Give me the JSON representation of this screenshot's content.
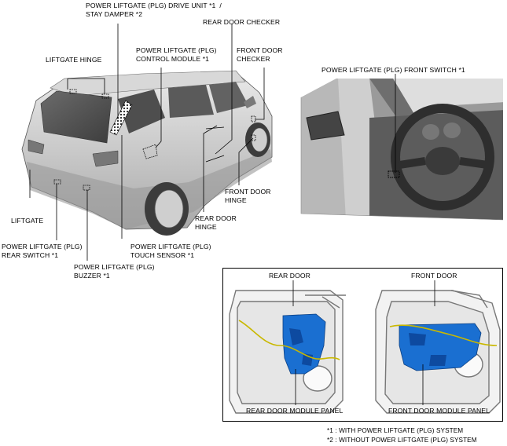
{
  "labels": {
    "plg_drive_unit": "POWER LIFTGATE (PLG) DRIVE UNIT *1  /\nSTAY DAMPER *2",
    "rear_door_checker": "REAR DOOR CHECKER",
    "liftgate_hinge": "LIFTGATE HINGE",
    "plg_control_module": "POWER LIFTGATE (PLG)\nCONTROL MODULE *1",
    "front_door_checker": "FRONT DOOR\nCHECKER",
    "plg_front_switch": "POWER LIFTGATE (PLG) FRONT SWITCH *1",
    "front_door_hinge": "FRONT DOOR\nHINGE",
    "rear_door_hinge": "REAR DOOR\nHINGE",
    "liftgate": "LIFTGATE",
    "plg_rear_switch": "POWER LIFTGATE (PLG)\nREAR SWITCH *1",
    "plg_touch_sensor": "POWER LIFTGATE (PLG)\nTOUCH SENSOR *1",
    "plg_buzzer": "POWER LIFTGATE (PLG)\nBUZZER *1",
    "rear_door": "REAR DOOR",
    "front_door": "FRONT DOOR",
    "rear_door_module_panel": "REAR DOOR MODULE PANEL",
    "front_door_module_panel": "FRONT DOOR MODULE PANEL"
  },
  "footnotes": {
    "note1": "*1 : WITH POWER LIFTGATE (PLG) SYSTEM",
    "note2": "*2 : WITHOUT POWER LIFTGATE (PLG) SYSTEM"
  },
  "colors": {
    "module_panel": "#1a6fd1",
    "harness": "#c9b800",
    "car_body": "#cfcfcf",
    "interior": "#8e8e8e"
  }
}
